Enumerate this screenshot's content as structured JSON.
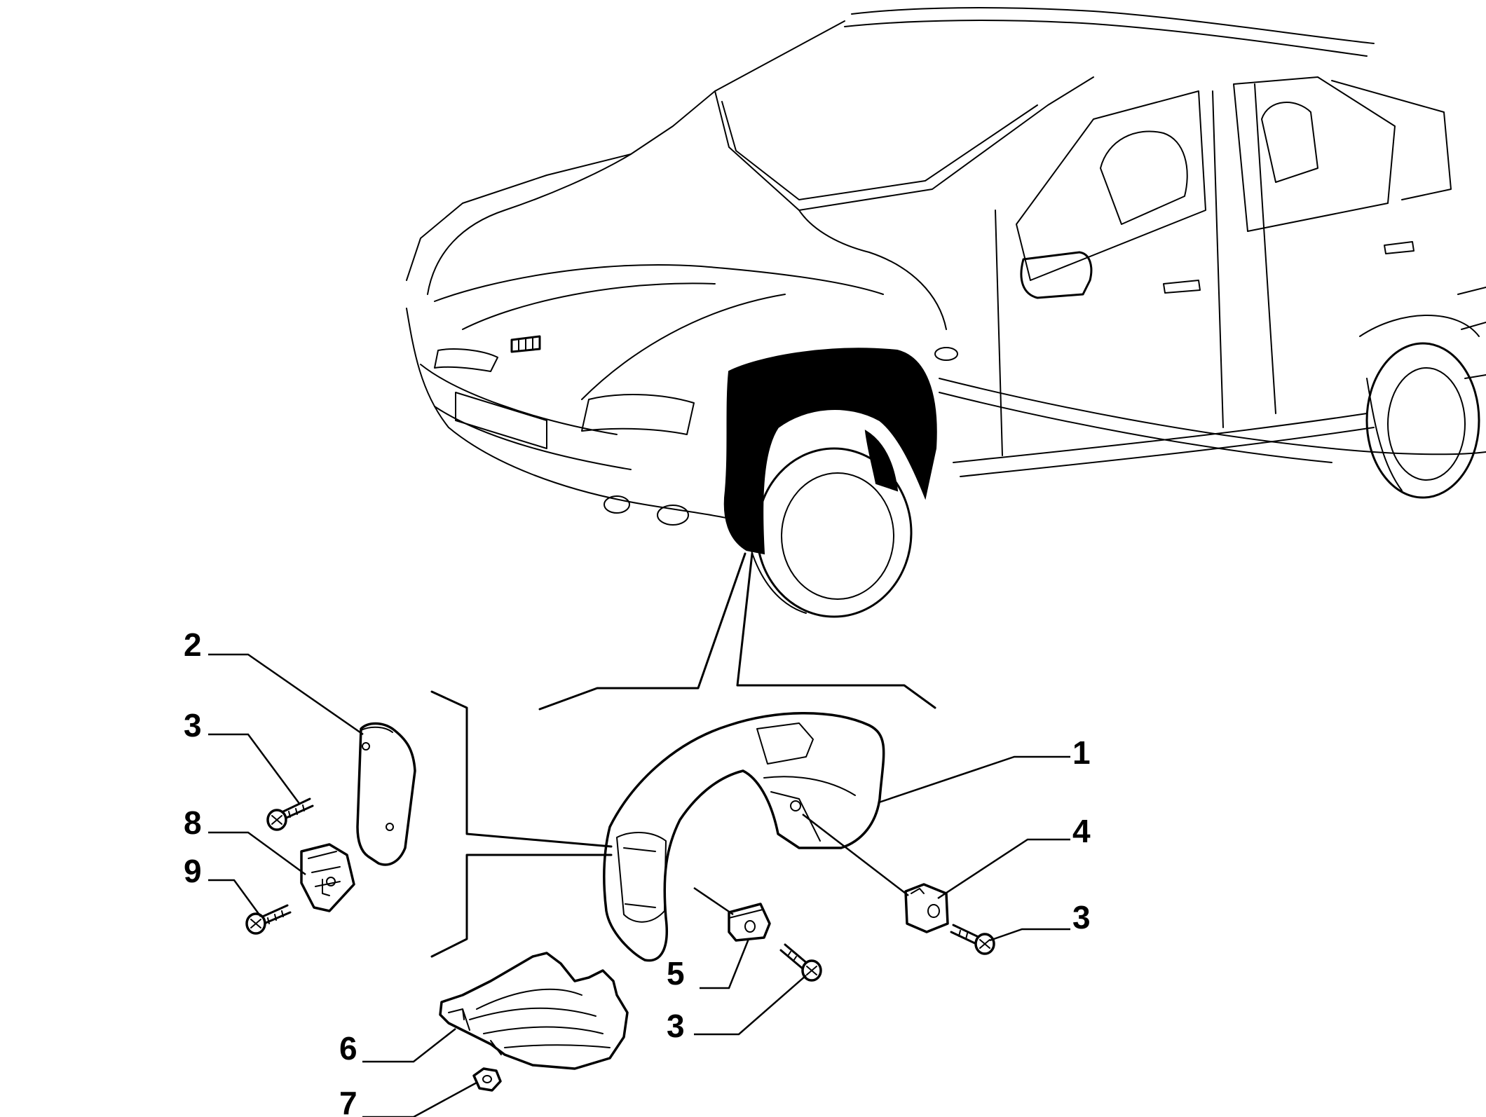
{
  "callouts": [
    {
      "id": "c2a",
      "label": "2"
    },
    {
      "id": "c3a",
      "label": "3"
    },
    {
      "id": "c8",
      "label": "8"
    },
    {
      "id": "c9",
      "label": "9"
    },
    {
      "id": "c1",
      "label": "1"
    },
    {
      "id": "c4",
      "label": "4"
    },
    {
      "id": "c3b",
      "label": "3"
    },
    {
      "id": "c5",
      "label": "5"
    },
    {
      "id": "c3c",
      "label": "3"
    },
    {
      "id": "c6",
      "label": "6"
    },
    {
      "id": "c7",
      "label": "7"
    }
  ],
  "colors": {
    "ink": "#000000",
    "paper": "#ffffff"
  }
}
